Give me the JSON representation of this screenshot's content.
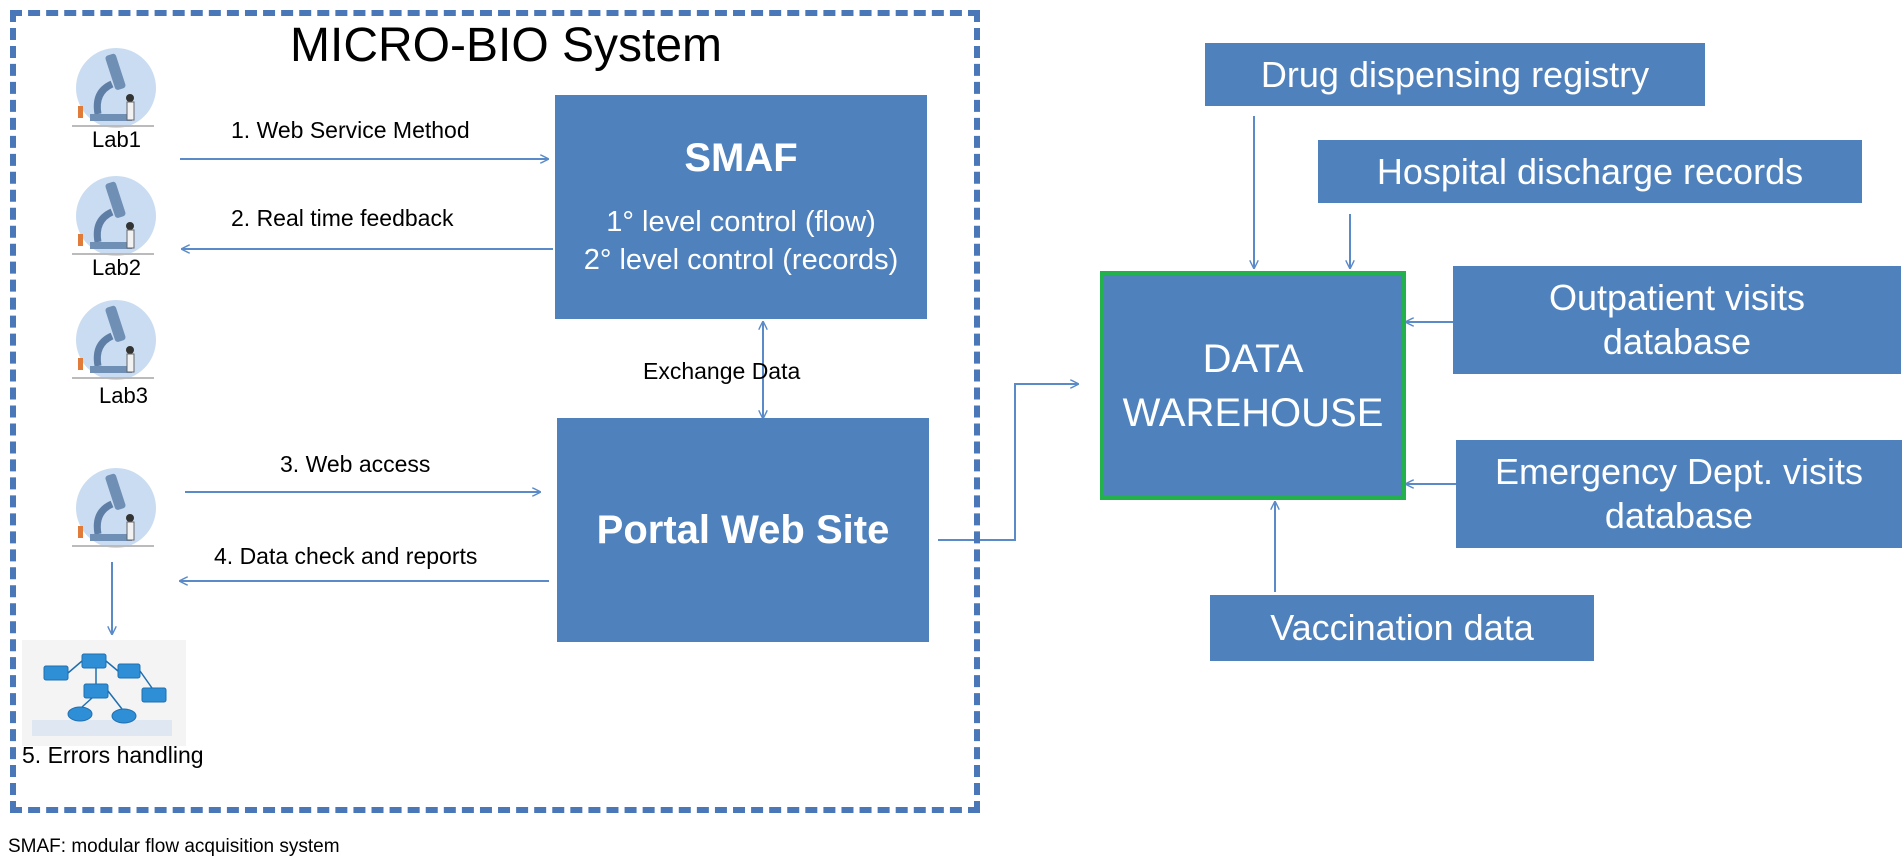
{
  "system": {
    "title": "MICRO-BIO System",
    "labs": [
      "Lab1",
      "Lab2",
      "Lab3"
    ],
    "smaf": {
      "title": "SMAF",
      "lines": [
        "1° level control (flow)",
        "2° level control (records)"
      ]
    },
    "portal": {
      "title": "Portal Web Site"
    },
    "exchange_label": "Exchange Data",
    "steps": [
      "1. Web Service Method",
      "2. Real time feedback",
      "3. Web access",
      "4. Data check and reports",
      "5. Errors handling"
    ]
  },
  "warehouse": {
    "lines": [
      "DATA",
      "WAREHOUSE"
    ]
  },
  "sources": [
    {
      "lines": [
        "Drug dispensing registry"
      ]
    },
    {
      "lines": [
        "Hospital discharge records"
      ]
    },
    {
      "lines": [
        "Outpatient visits",
        "database"
      ]
    },
    {
      "lines": [
        "Emergency Dept. visits",
        "database"
      ]
    },
    {
      "lines": [
        "Vaccination data"
      ]
    }
  ],
  "footnote": "SMAF: modular flow acquisition system",
  "colors": {
    "box": "#4f81bd",
    "frame_dash": "#4a77b8",
    "warehouse_border": "#22b14c",
    "arrow": "#5b8ac8"
  },
  "icons": {
    "lab": "microscope-scientist-icon",
    "errors": "flowchart-icon"
  }
}
